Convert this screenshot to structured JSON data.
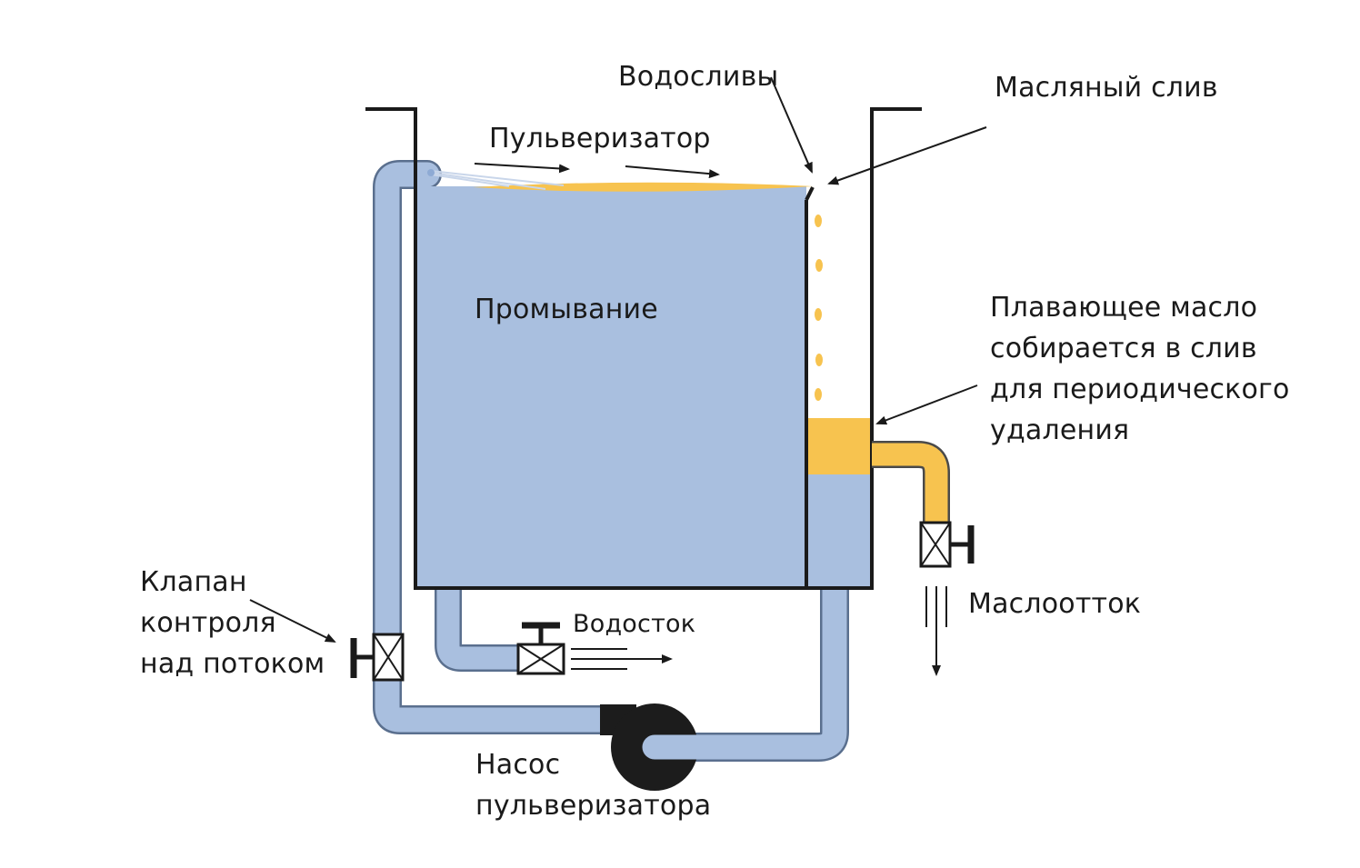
{
  "diagram": {
    "labels": {
      "vodosliv": "Водосливы",
      "maslyany_sliv": "Масляный слив",
      "pulverizator": "Пульверизатор",
      "promyvanie": "Промывание",
      "floating_oil": [
        "Плавающее масло",
        "собирается в слив",
        "для периодического",
        "удаления"
      ],
      "vodostok": "Водосток",
      "masloottok": "Маслоотток",
      "klapan": [
        "Клапан",
        "контроля",
        "над потоком"
      ],
      "nasos": [
        "Насос",
        "пульверизатора"
      ]
    },
    "colors": {
      "water": "#a9bfdf",
      "water_edge": "#8eaad4",
      "oil": "#f7c34f",
      "wall": "#1a1a1a",
      "pump": "#1c1c1c",
      "arrow": "#1a1a1a"
    }
  }
}
